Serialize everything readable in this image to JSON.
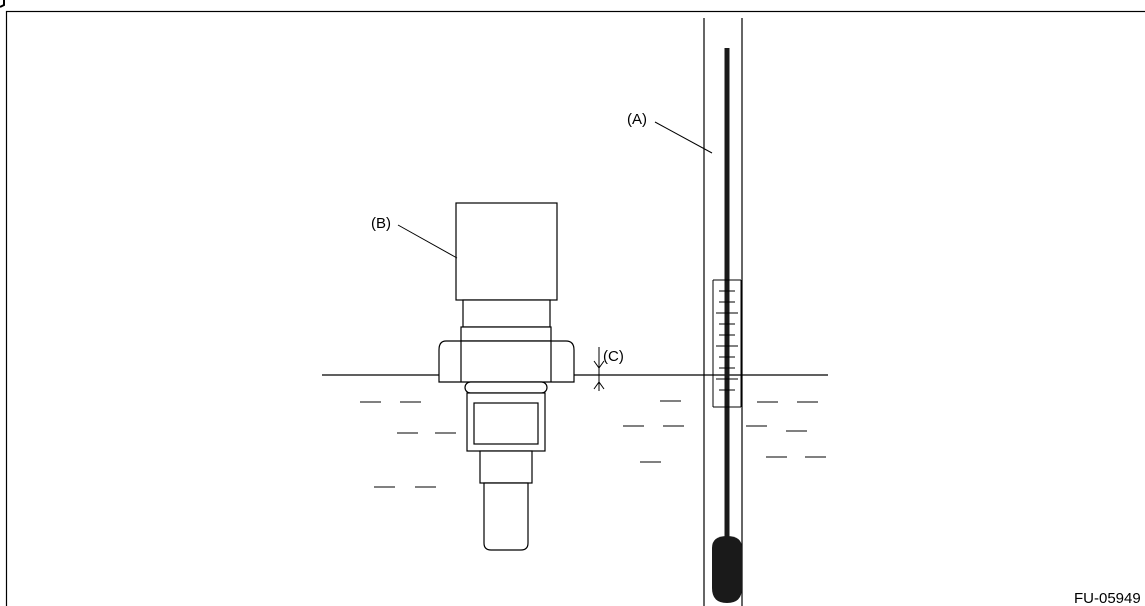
{
  "labels": {
    "thermometer": "(A)",
    "sensor": "(B)",
    "gap": "(C)"
  },
  "figure_id": "FU-05949",
  "colors": {
    "line": "#000000",
    "background": "#ffffff",
    "mercury": "#1a1a1a"
  }
}
